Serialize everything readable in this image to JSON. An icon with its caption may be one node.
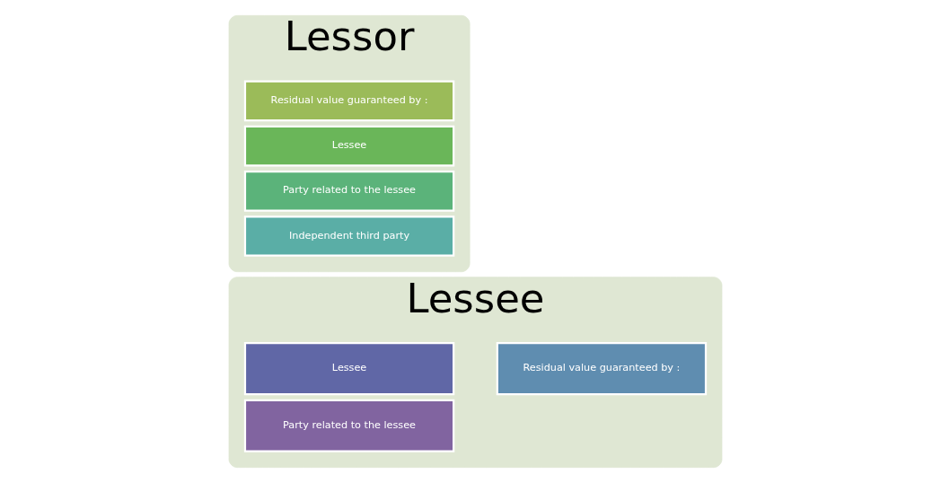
{
  "diagram": {
    "nodes": [
      {
        "text": [
          "Lessor"
        ]
      },
      {
        "text": [
          "Residual value guaranteed by :"
        ],
        "in": 0
      },
      {
        "text": [
          "Lessee"
        ],
        "in": 0
      },
      {
        "text": [
          "Party related to the lessee"
        ],
        "in": 0
      },
      {
        "text": [
          "Independent third party"
        ],
        "in": 0
      },
      {
        "text": [
          "Lessee"
        ]
      },
      {
        "text": [
          "Residual value guaranteed by :"
        ],
        "in": 5
      },
      {
        "text": [
          "Lessee"
        ],
        "in": 5
      },
      {
        "text": [
          "Party related to the lessee"
        ],
        "in": 5
      }
    ],
    "edges": []
  }
}
